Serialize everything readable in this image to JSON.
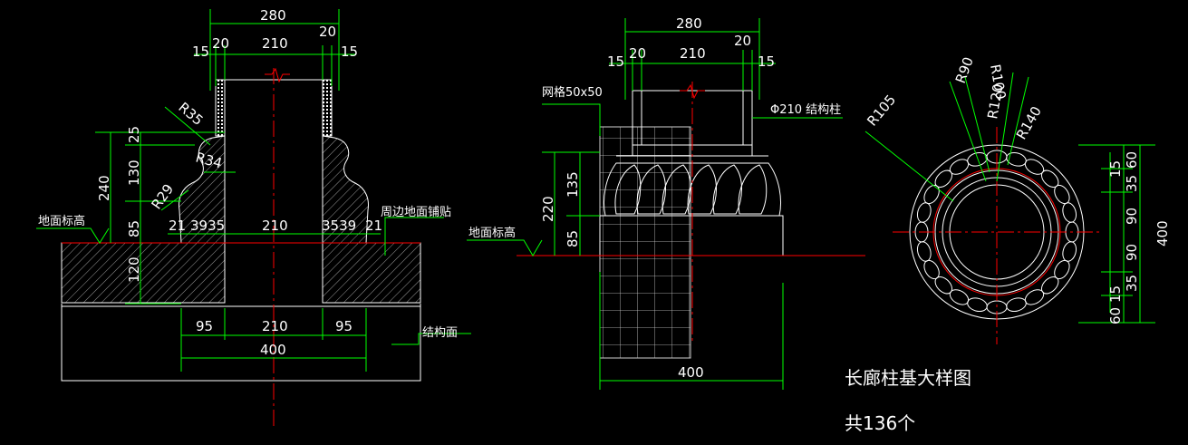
{
  "left_view": {
    "dims_top": [
      "280",
      "15",
      "20",
      "210",
      "20",
      "15"
    ],
    "dims_left": [
      "25",
      "130",
      "240",
      "85",
      "120"
    ],
    "radii": [
      "R35",
      "R34",
      "R29"
    ],
    "mid_row": [
      "21",
      "3935",
      "210",
      "3539",
      "21"
    ],
    "dims_bottom": [
      "95",
      "210",
      "95",
      "400"
    ],
    "labels": {
      "ground_level": "地面标高",
      "surrounding_paving": "周边地面铺贴",
      "structural_surface": "结构面"
    }
  },
  "mid_view": {
    "dims_top": [
      "280",
      "15",
      "20",
      "210",
      "20",
      "15"
    ],
    "dims_left": [
      "220",
      "135",
      "85"
    ],
    "dim_bottom": "400",
    "labels": {
      "grid": "网格50x50",
      "column": "Φ210 结构柱",
      "ground_level": "地面标高"
    }
  },
  "plan_view": {
    "radii": [
      "R105",
      "R100",
      "R90",
      "R120",
      "R140"
    ],
    "dims_right": [
      "15",
      "60",
      "35",
      "90",
      "90",
      "35",
      "15",
      "60"
    ],
    "dim_total": "400"
  },
  "title": {
    "main": "长廊柱基大样图",
    "count": "共136个"
  },
  "colors": {
    "background": "#000000",
    "dimension": "#00ff00",
    "outline": "#ffffff",
    "centerline": "#ff0000"
  }
}
